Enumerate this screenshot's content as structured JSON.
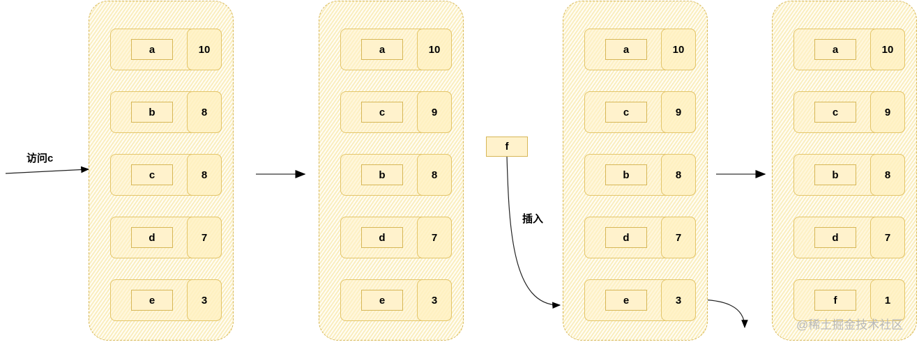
{
  "stacks": [
    {
      "nodes": [
        {
          "key": "a",
          "value": "10"
        },
        {
          "key": "b",
          "value": "8"
        },
        {
          "key": "c",
          "value": "8"
        },
        {
          "key": "d",
          "value": "7"
        },
        {
          "key": "e",
          "value": "3"
        }
      ]
    },
    {
      "nodes": [
        {
          "key": "a",
          "value": "10"
        },
        {
          "key": "c",
          "value": "9"
        },
        {
          "key": "b",
          "value": "8"
        },
        {
          "key": "d",
          "value": "7"
        },
        {
          "key": "e",
          "value": "3"
        }
      ]
    },
    {
      "nodes": [
        {
          "key": "a",
          "value": "10"
        },
        {
          "key": "c",
          "value": "9"
        },
        {
          "key": "b",
          "value": "8"
        },
        {
          "key": "d",
          "value": "7"
        },
        {
          "key": "e",
          "value": "3"
        }
      ]
    },
    {
      "nodes": [
        {
          "key": "a",
          "value": "10"
        },
        {
          "key": "c",
          "value": "9"
        },
        {
          "key": "b",
          "value": "8"
        },
        {
          "key": "d",
          "value": "7"
        },
        {
          "key": "f",
          "value": "1"
        }
      ]
    }
  ],
  "labels": {
    "access": "访问c",
    "insert": "插入"
  },
  "new_node": {
    "key": "f"
  },
  "watermark": "@稀土掘金技术社区",
  "colors": {
    "fill": "#fff2cc",
    "stroke": "#d6b656",
    "arrow": "#000000"
  }
}
